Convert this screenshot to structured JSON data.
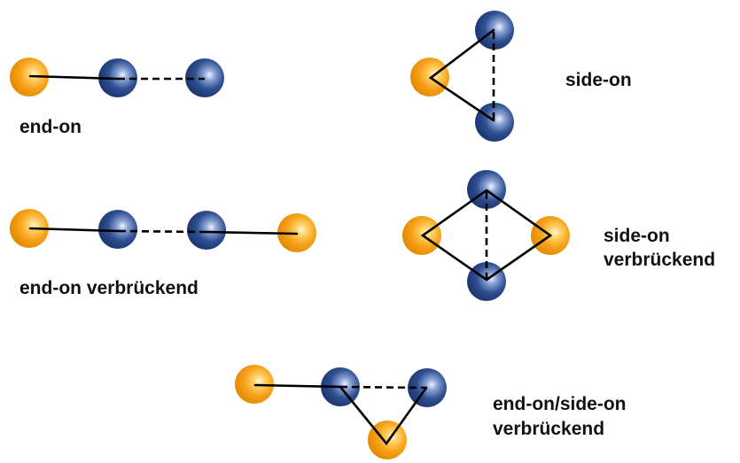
{
  "labels": {
    "end_on": "end-on",
    "side_on": "side-on",
    "end_on_bridging": "end-on verbrückend",
    "side_on_bridging_line1": "side-on",
    "side_on_bridging_line2": "verbrückend",
    "mixed_bridging_line1": "end-on/side-on",
    "mixed_bridging_line2": "verbrückend"
  },
  "colors": {
    "metal_atom": "#f7a21b",
    "oxygen_atom": "#2e4f91",
    "bond": "#000000",
    "text": "#111111"
  }
}
